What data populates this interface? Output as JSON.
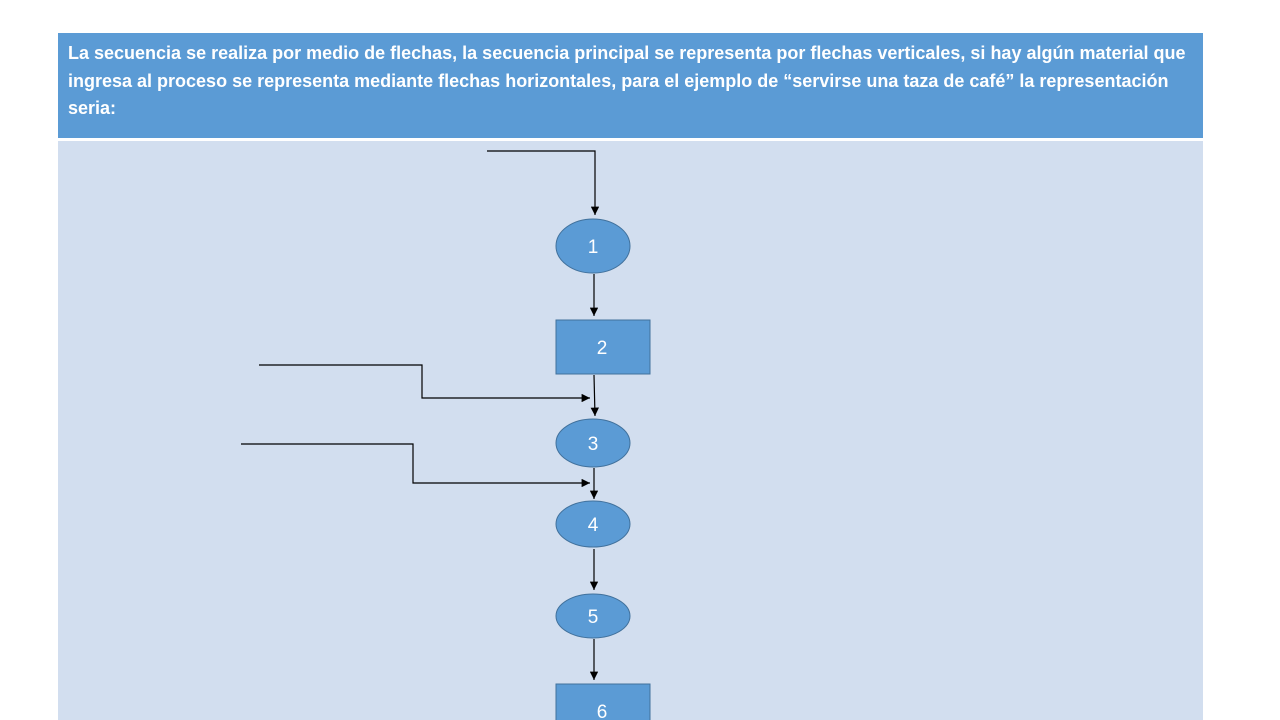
{
  "header": {
    "text": "La secuencia se realiza por medio de flechas, la secuencia principal se representa por flechas verticales, si hay algún material que ingresa al proceso se representa mediante flechas horizontales, para el ejemplo de “servirse una taza de café” la representación seria:"
  },
  "diagram": {
    "nodes": [
      {
        "id": "1",
        "label": "1",
        "shape": "circle"
      },
      {
        "id": "2",
        "label": "2",
        "shape": "rectangle"
      },
      {
        "id": "3",
        "label": "3",
        "shape": "circle"
      },
      {
        "id": "4",
        "label": "4",
        "shape": "circle"
      },
      {
        "id": "5",
        "label": "5",
        "shape": "circle"
      },
      {
        "id": "6",
        "label": "6",
        "shape": "rectangle"
      }
    ],
    "edges": [
      {
        "from": "input-top",
        "to": "1",
        "type": "material-input"
      },
      {
        "from": "1",
        "to": "2",
        "type": "main-sequence"
      },
      {
        "from": "2",
        "to": "3",
        "type": "main-sequence"
      },
      {
        "from": "input-left-1",
        "to": "3",
        "type": "material-input"
      },
      {
        "from": "3",
        "to": "4",
        "type": "main-sequence"
      },
      {
        "from": "input-left-2",
        "to": "4",
        "type": "material-input"
      },
      {
        "from": "4",
        "to": "5",
        "type": "main-sequence"
      },
      {
        "from": "5",
        "to": "6",
        "type": "main-sequence"
      }
    ],
    "colors": {
      "header_fill": "#5b9bd5",
      "body_fill": "#d2deef",
      "node_fill": "#5b9bd5",
      "node_stroke": "#41719c",
      "arrow": "#000000"
    }
  }
}
